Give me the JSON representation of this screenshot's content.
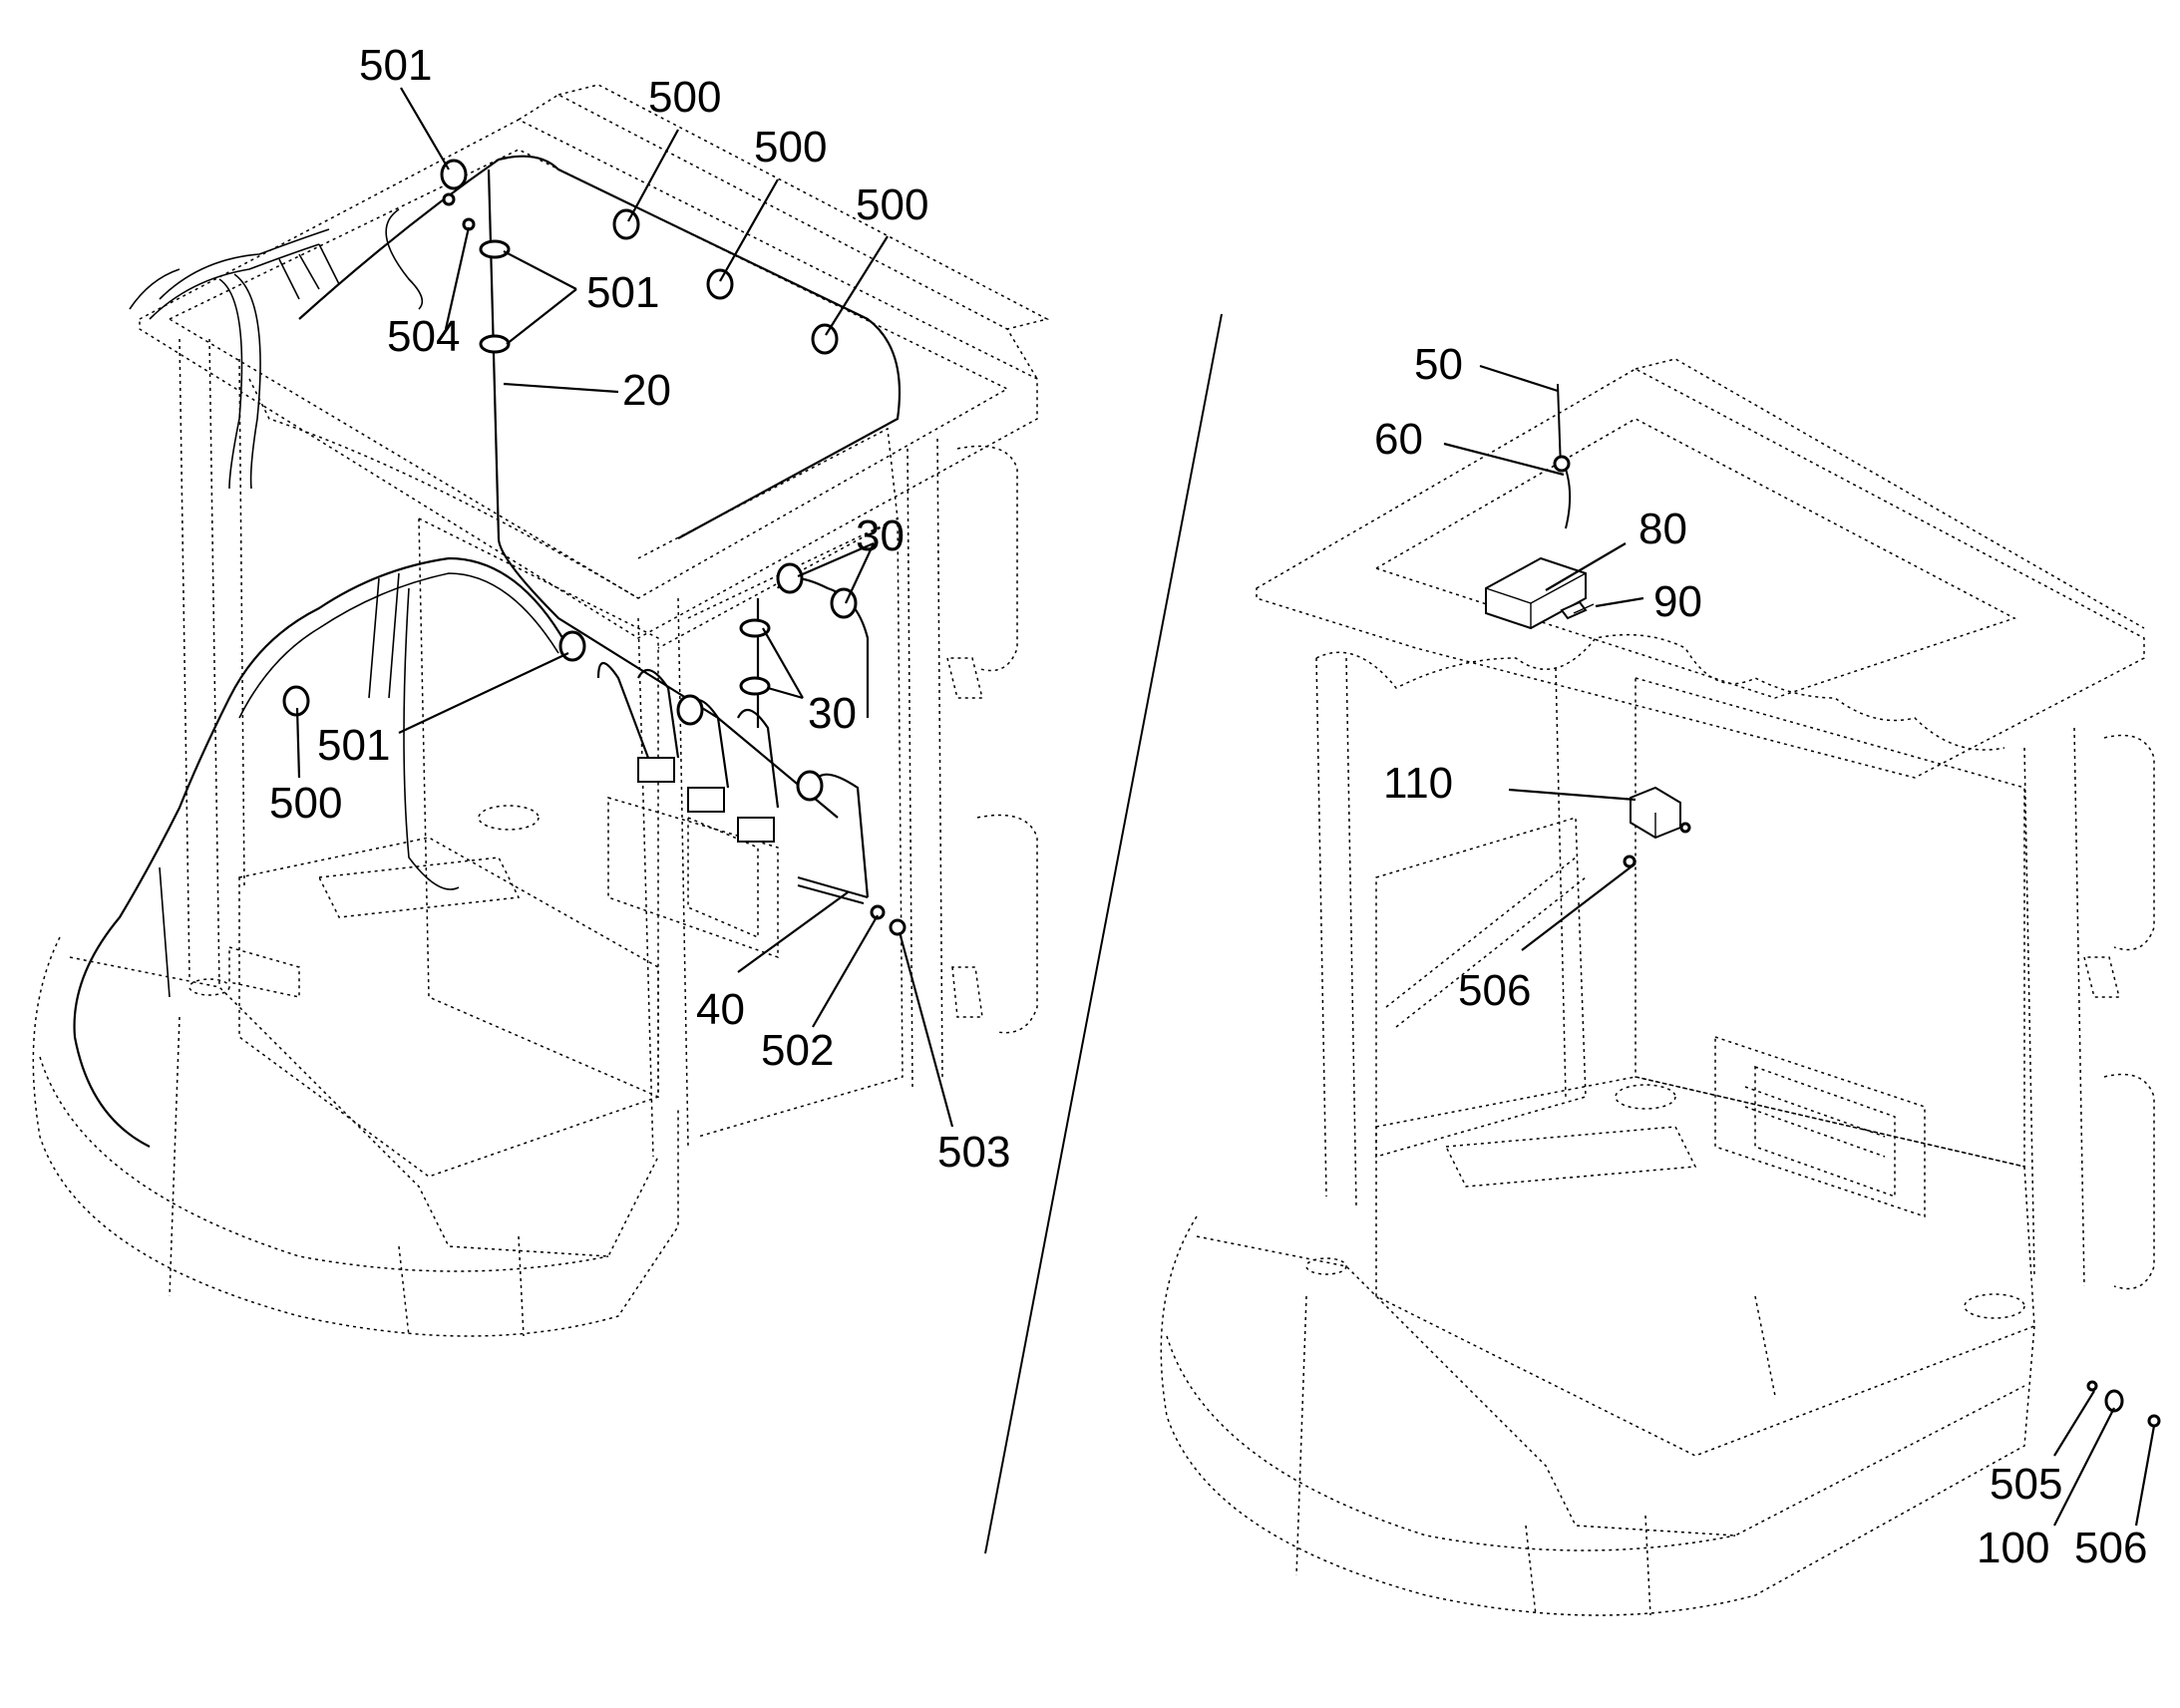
{
  "callouts": {
    "left": {
      "c501_top": "501",
      "c500_a": "500",
      "c500_b": "500",
      "c500_c": "500",
      "c501_mid": "501",
      "c504": "504",
      "c20": "20",
      "c30_a": "30",
      "c30_b": "30",
      "c501_low": "501",
      "c500_left": "500",
      "c40": "40",
      "c502": "502",
      "c503": "503"
    },
    "right": {
      "c50": "50",
      "c60": "60",
      "c80": "80",
      "c90": "90",
      "c110": "110",
      "c506_mid": "506",
      "c505": "505",
      "c100": "100",
      "c506_low": "506"
    }
  }
}
